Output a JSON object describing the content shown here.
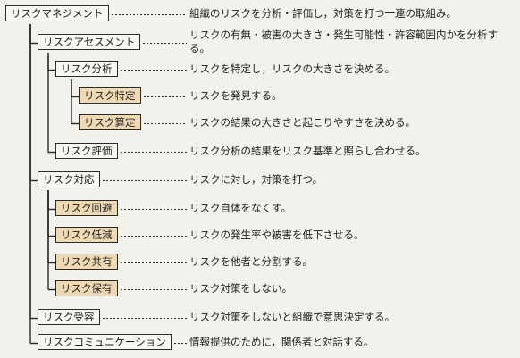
{
  "items": [
    {
      "id": "risk-management",
      "term": "リスクマネジメント",
      "desc": "組織のリスクを分析・評価し，対策を打つ一連の取組み。",
      "level": 0,
      "filled": false
    },
    {
      "id": "risk-assessment",
      "term": "リスクアセスメント",
      "desc": "リスクの有無・被害の大きさ・発生可能性・許容範囲内かを分析する。",
      "level": 1,
      "filled": false
    },
    {
      "id": "risk-analysis",
      "term": "リスク分析",
      "desc": "リスクを特定し，リスクの大きさを決める。",
      "level": 2,
      "filled": false
    },
    {
      "id": "risk-identification",
      "term": "リスク特定",
      "desc": "リスクを発見する。",
      "level": 3,
      "filled": true
    },
    {
      "id": "risk-estimation",
      "term": "リスク算定",
      "desc": "リスクの結果の大きさと起こりやすさを決める。",
      "level": 3,
      "filled": true
    },
    {
      "id": "risk-evaluation",
      "term": "リスク評価",
      "desc": "リスク分析の結果をリスク基準と照らし合わせる。",
      "level": 2,
      "filled": false
    },
    {
      "id": "risk-treatment",
      "term": "リスク対応",
      "desc": "リスクに対し，対策を打つ。",
      "level": 1,
      "filled": false
    },
    {
      "id": "risk-avoidance",
      "term": "リスク回避",
      "desc": "リスク自体をなくす。",
      "level": 2,
      "filled": true
    },
    {
      "id": "risk-reduction",
      "term": "リスク低減",
      "desc": "リスクの発生率や被害を低下させる。",
      "level": 2,
      "filled": true
    },
    {
      "id": "risk-sharing",
      "term": "リスク共有",
      "desc": "リスクを他者と分割する。",
      "level": 2,
      "filled": true
    },
    {
      "id": "risk-retention",
      "term": "リスク保有",
      "desc": "リスク対策をしない。",
      "level": 2,
      "filled": true
    },
    {
      "id": "risk-acceptance",
      "term": "リスク受容",
      "desc": "リスク対策をしないと組織で意思決定する。",
      "level": 1,
      "filled": false
    },
    {
      "id": "risk-communication",
      "term": "リスクコミュニケーション",
      "desc": "情報提供のために，関係者と対話する。",
      "level": 1,
      "filled": false
    }
  ]
}
